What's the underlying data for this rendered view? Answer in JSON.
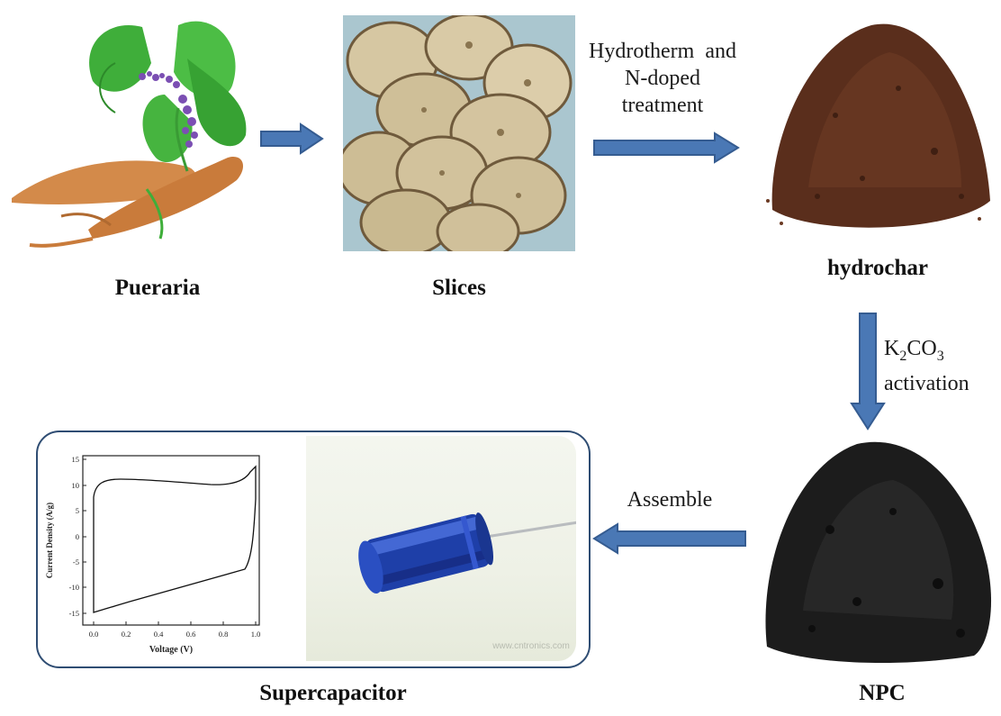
{
  "nodes": {
    "pueraria": "Pueraria",
    "slices": "Slices",
    "hydrochar": "hydrochar",
    "npc": "NPC",
    "supercapacitor": "Supercapacitor"
  },
  "steps": {
    "hydrotherm_line1": "Hydrotherm  and",
    "hydrotherm_line2": "N-doped",
    "hydrotherm_line3": "treatment",
    "activation_chem_main": "K",
    "activation_sub1": "2",
    "activation_chem_mid": "CO",
    "activation_sub2": "3",
    "activation_word": "activation",
    "assemble": "Assemble"
  },
  "cv_plot": {
    "xlabel": "Voltage (V)",
    "ylabel": "Current Density (A/g)",
    "xticks": [
      "0.0",
      "0.2",
      "0.4",
      "0.6",
      "0.8",
      "1.0"
    ],
    "yticks": [
      "15",
      "10",
      "5",
      "0",
      "-5",
      "-10",
      "-15"
    ]
  },
  "watermark": "www.cntronics.com",
  "colors": {
    "arrow": "#4a78b5",
    "panel_border": "#2f4d73"
  }
}
